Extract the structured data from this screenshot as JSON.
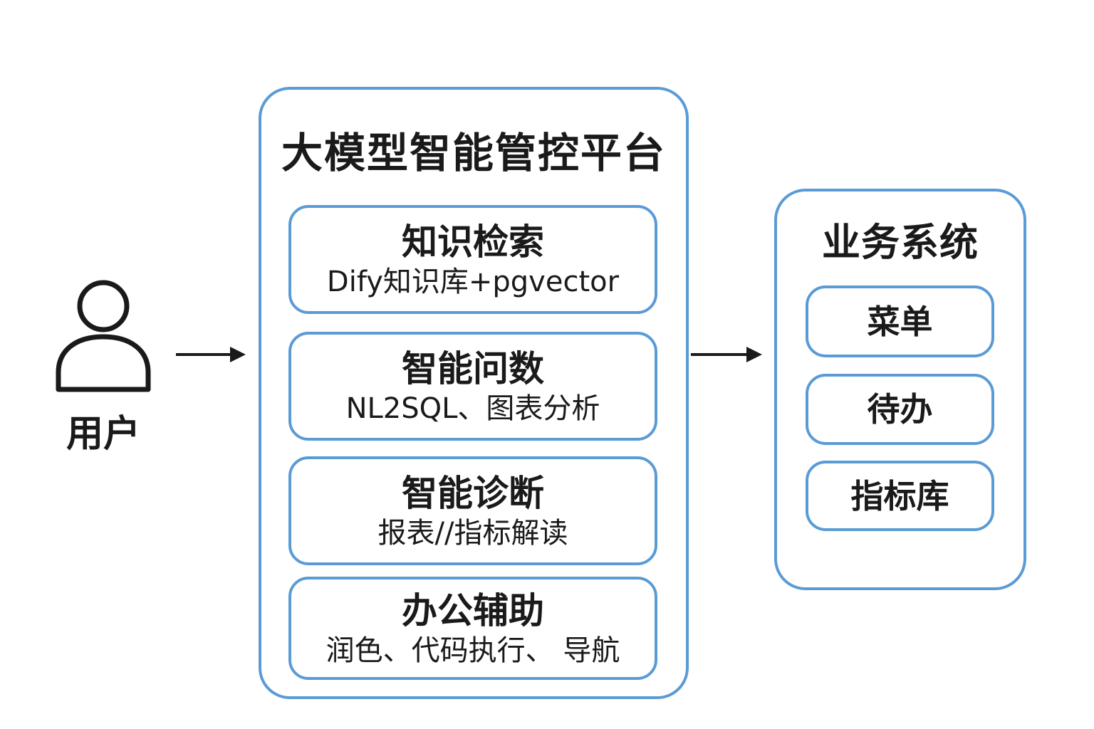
{
  "user": {
    "icon": "user-icon",
    "label": "用户"
  },
  "platform": {
    "title": "大模型智能管控平台",
    "features": [
      {
        "title": "知识检索",
        "desc": "Dify知识库+pgvector"
      },
      {
        "title": "智能问数",
        "desc": "NL2SQL、图表分析"
      },
      {
        "title": "智能诊断",
        "desc": "报表//指标解读"
      },
      {
        "title": "办公辅助",
        "desc": "润色、代码执行、 导航"
      }
    ]
  },
  "business": {
    "title": "业务系统",
    "items": [
      "菜单",
      "待办",
      "指标库"
    ]
  },
  "colors": {
    "border": "#5b9bd5",
    "text": "#1a1a1a",
    "arrow": "#1a1a1a"
  }
}
